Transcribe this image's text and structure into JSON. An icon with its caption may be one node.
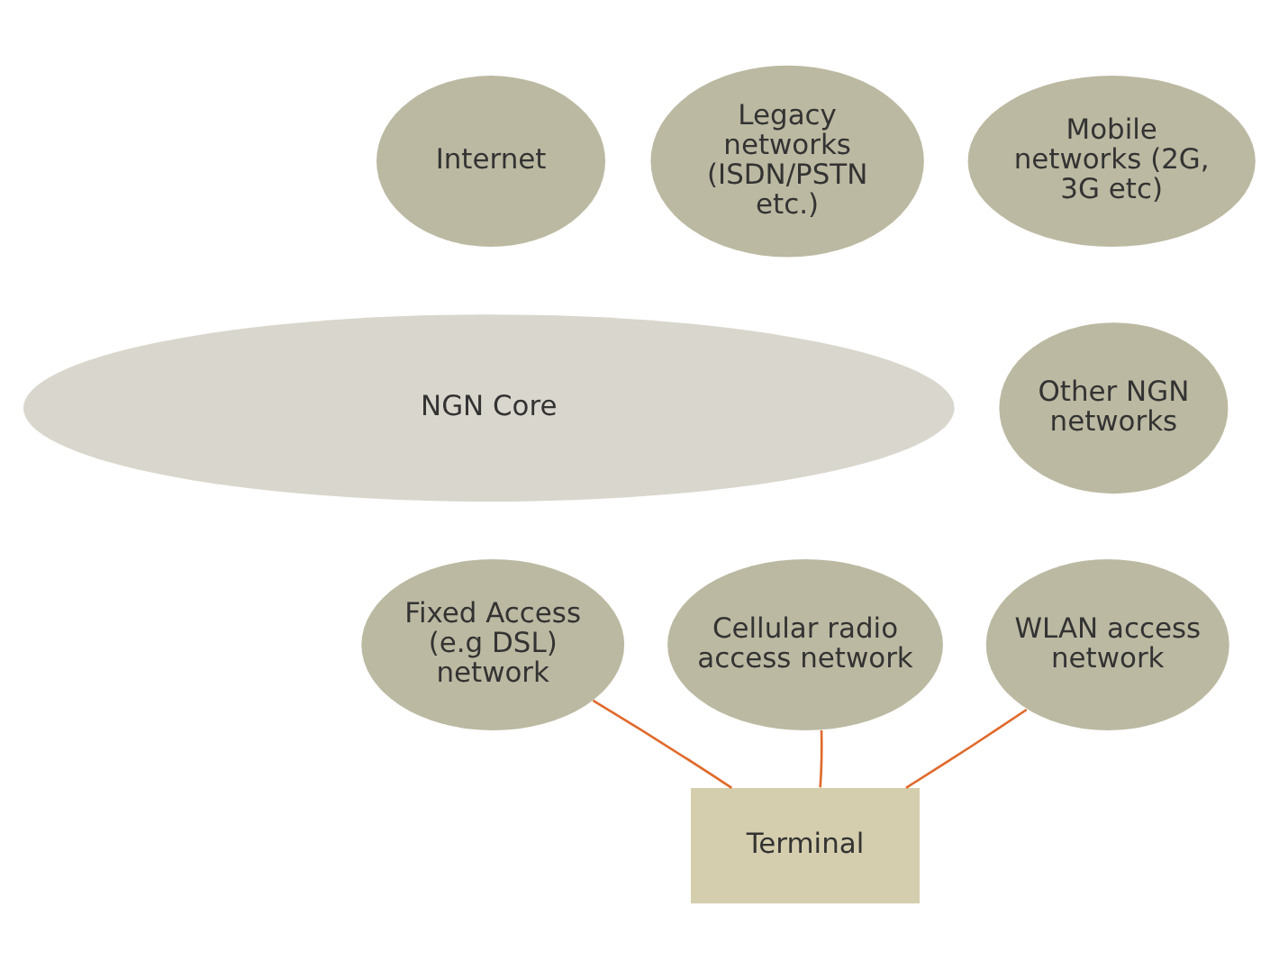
{
  "diagram": {
    "nodes": [
      {
        "text": [
          "Internet"
        ]
      },
      {
        "text": [
          "Legacy networks (ISDN/PSTN etc.)"
        ]
      },
      {
        "text": [
          "Mobile networks (2G, 3G etc)"
        ]
      },
      {
        "text": [
          "NGN Core"
        ]
      },
      {
        "text": [
          "Other NGN networks"
        ]
      },
      {
        "text": [
          "Fixed Access (e.g DSL) network"
        ]
      },
      {
        "text": [
          "Cellular radio access network"
        ]
      },
      {
        "text": [
          "WLAN access network"
        ]
      },
      {
        "text": [
          "Terminal"
        ]
      }
    ],
    "edges": [
      {
        "from": 5,
        "to": 8,
        "arrow": "none"
      },
      {
        "from": 6,
        "to": 8,
        "arrow": "none"
      },
      {
        "from": 7,
        "to": 8,
        "arrow": "none"
      }
    ]
  }
}
